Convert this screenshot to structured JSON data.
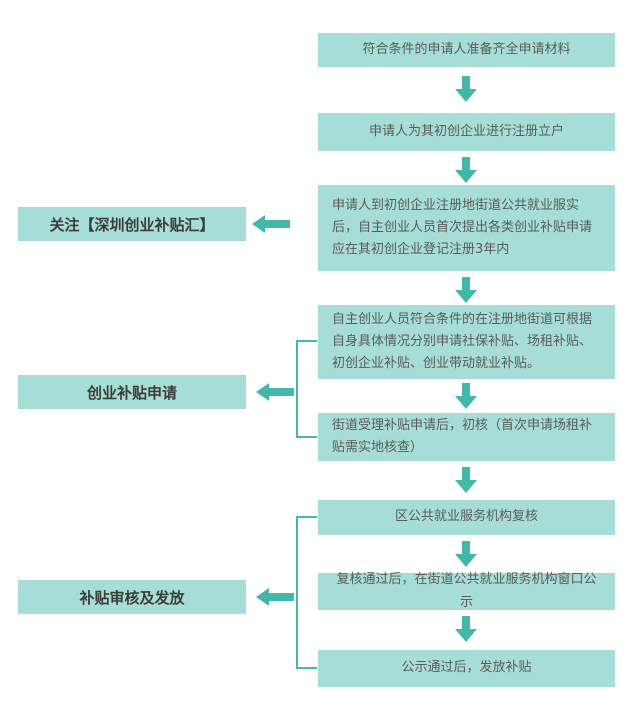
{
  "colors": {
    "box-fill": "#a6ded7",
    "arrow": "#44b8a8",
    "text": "#5a5a5a",
    "label-text": "#3c3c3c"
  },
  "flow": {
    "steps": [
      {
        "text": "符合条件的申请人准备齐全申请材料"
      },
      {
        "text": "申请人为其初创企业进行注册立户"
      },
      {
        "text": "申请人到初创企业注册地街道公共就业服实后，自主创业人员首次提出各类创业补贴申请应在其初创企业登记注册3年内"
      },
      {
        "text": "自主创业人员符合条件的在注册地街道可根据自身具体情况分别申请社保补贴、场租补贴、初创企业补贴、创业带动就业补贴。"
      },
      {
        "text": "街道受理补贴申请后，初核（首次申请场租补贴需实地核查）"
      },
      {
        "text": "区公共就业服务机构复核"
      },
      {
        "text": "复核通过后，在街道公共就业服务机构窗口公示"
      },
      {
        "text": "公示通过后，发放补贴"
      }
    ]
  },
  "side_labels": [
    {
      "text": "关注【深圳创业补贴汇】"
    },
    {
      "text": "创业补贴申请"
    },
    {
      "text": "补贴审核及发放"
    }
  ]
}
